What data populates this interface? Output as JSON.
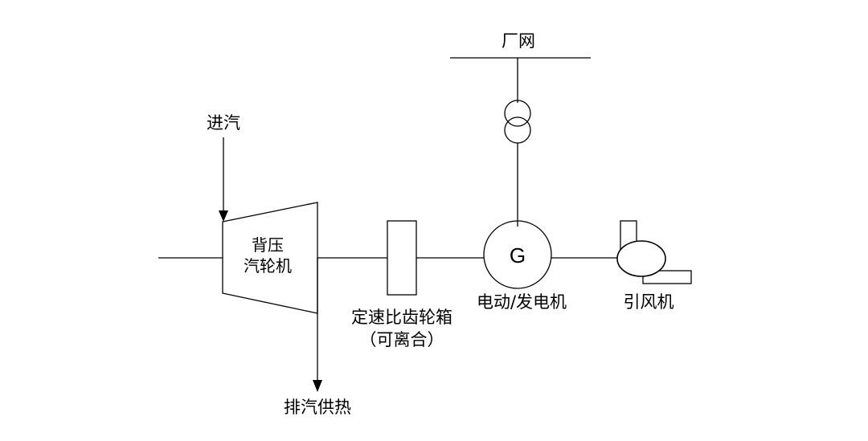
{
  "labels": {
    "grid": "厂网",
    "steam_in": "进汽",
    "turbine_line1": "背压",
    "turbine_line2": "汽轮机",
    "gearbox_line1": "定速比齿轮箱",
    "gearbox_line2": "（可离合）",
    "generator_symbol": "G",
    "motor_generator": "电动/发电机",
    "fan": "引风机",
    "exhaust": "排汽供热"
  },
  "colors": {
    "stroke": "#000000",
    "background": "#ffffff"
  }
}
